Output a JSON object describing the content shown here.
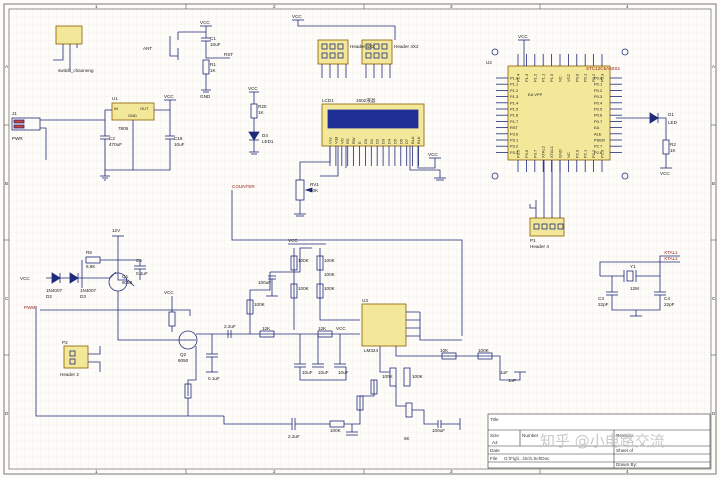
{
  "frame": {
    "cols": [
      "1",
      "2",
      "3",
      "4"
    ],
    "rows": [
      "A",
      "B",
      "C",
      "D"
    ]
  },
  "components": {
    "relay": {
      "ref": "",
      "label": "switch_chaoneng"
    },
    "vreg": {
      "ref": "U1",
      "pin_in": "IN",
      "pin_out": "OUT",
      "pin_gnd": "GND",
      "part": "7805"
    },
    "cap_c2": {
      "ref": "C2",
      "value": "470uF"
    },
    "cap_c18": {
      "ref": "C18",
      "value": "10uF"
    },
    "power_jack": {
      "ref": "J1",
      "label": "PWR"
    },
    "antenna": {
      "label": "ANT"
    },
    "cap_c1": {
      "ref": "C1",
      "value": "10uF"
    },
    "res_r1": {
      "ref": "R1",
      "value": "1K"
    },
    "rst_label": "RST",
    "res_r20": {
      "ref": "R20",
      "value": "1K"
    },
    "led_d4": {
      "ref": "D4",
      "label": "LED1"
    },
    "header_j2": {
      "label": "Header 4X2"
    },
    "header_j3": {
      "label": "Header 4X2"
    },
    "lcd": {
      "ref": "LCD1",
      "model": "1602液晶",
      "pins": [
        "Vss",
        "Vdd",
        "VO",
        "RS",
        "RW",
        "E",
        "D0",
        "D1",
        "D2",
        "D3",
        "D4",
        "D5",
        "D6",
        "D7",
        "BLA",
        "BLK"
      ]
    },
    "pot_rv1": {
      "ref": "RV1",
      "value": "10K"
    },
    "counter_label": "COUNTER",
    "mcu": {
      "ref": "U2",
      "model": "STC12C5A60S2",
      "pins_left": [
        "P1.0",
        "P1.1",
        "P1.2",
        "P1.3",
        "P1.4",
        "P1.5",
        "P1.6",
        "P1.7",
        "RST",
        "P3.0",
        "P3.1",
        "P3.2",
        "P3.3"
      ],
      "pins_right": [
        "P0.0",
        "P0.1",
        "P0.2",
        "P0.3",
        "P0.4",
        "P0.5",
        "P0.6",
        "P0.7",
        "EA",
        "ALE",
        "PSEN",
        "P2.7",
        "P2.6"
      ],
      "pins_top": [
        "P1.4",
        "P1.3",
        "P1.2",
        "P1.1",
        "P1.0",
        "NC",
        "VCC",
        "P0.0",
        "P0.1",
        "P0.2",
        "P0.3"
      ],
      "pins_bottom": [
        "P3.5",
        "P3.6",
        "P3.7",
        "XTAL2",
        "XTAL1",
        "GND",
        "NC",
        "P2.0",
        "P2.1",
        "P2.2",
        "P2.3"
      ],
      "inner_text": "EA VPP"
    },
    "led_d1": {
      "ref": "D1",
      "label": "LED"
    },
    "res_r2": {
      "ref": "R2",
      "value": "1K"
    },
    "header_p1": {
      "ref": "P1",
      "label": "Header 4"
    },
    "crystal": {
      "ref": "Y1",
      "value": "12M"
    },
    "cap_c3": {
      "ref": "C3",
      "value": "22pF"
    },
    "cap_c4": {
      "ref": "C4",
      "value": "22pF"
    },
    "xtal_labels": [
      "XTAL1",
      "XTAL2"
    ],
    "supply_12v": "12V",
    "diodes": [
      {
        "ref": "D2",
        "part": "1N4007"
      },
      {
        "ref": "D3",
        "part": "1N4007"
      }
    ],
    "res_r6": {
      "ref": "R6",
      "value": "6.8K"
    },
    "cap_c5": {
      "ref": "C5",
      "value": "0.1uF"
    },
    "transistor_q1": {
      "ref": "Q1",
      "part": "8050"
    },
    "transistor_q2": {
      "ref": "Q2",
      "part": "8050"
    },
    "header_p2": {
      "ref": "P2",
      "label": "Header 2"
    },
    "pwm_label": "PWM",
    "opamp": {
      "ref": "U3",
      "part": "LM324"
    },
    "res_values": [
      "100K",
      "100K",
      "100K",
      "100K",
      "100K",
      "100K",
      "12K",
      "12K",
      "10K",
      "100K",
      "100K",
      "100K",
      "100K",
      "5K"
    ],
    "cap_values": [
      "100uF",
      "2.2uF",
      "0.1uF",
      "10uF",
      "10uF",
      "10uF",
      "1nF",
      "2.2uF",
      "100uF",
      "1uF"
    ],
    "vcc": "VCC",
    "gnd": "GND"
  },
  "title_block": {
    "title_label": "Title",
    "size_label": "Size",
    "size_value": "A4",
    "number_label": "Number",
    "revision_label": "Revision",
    "date_label": "Date",
    "file_label": "File",
    "file_value": "G:\\Fig\\\\...\\Sch.SchDoc",
    "sheet_label": "Sheet of",
    "drawn_label": "Drawn By:"
  },
  "watermark": "知乎 @小电路交流"
}
